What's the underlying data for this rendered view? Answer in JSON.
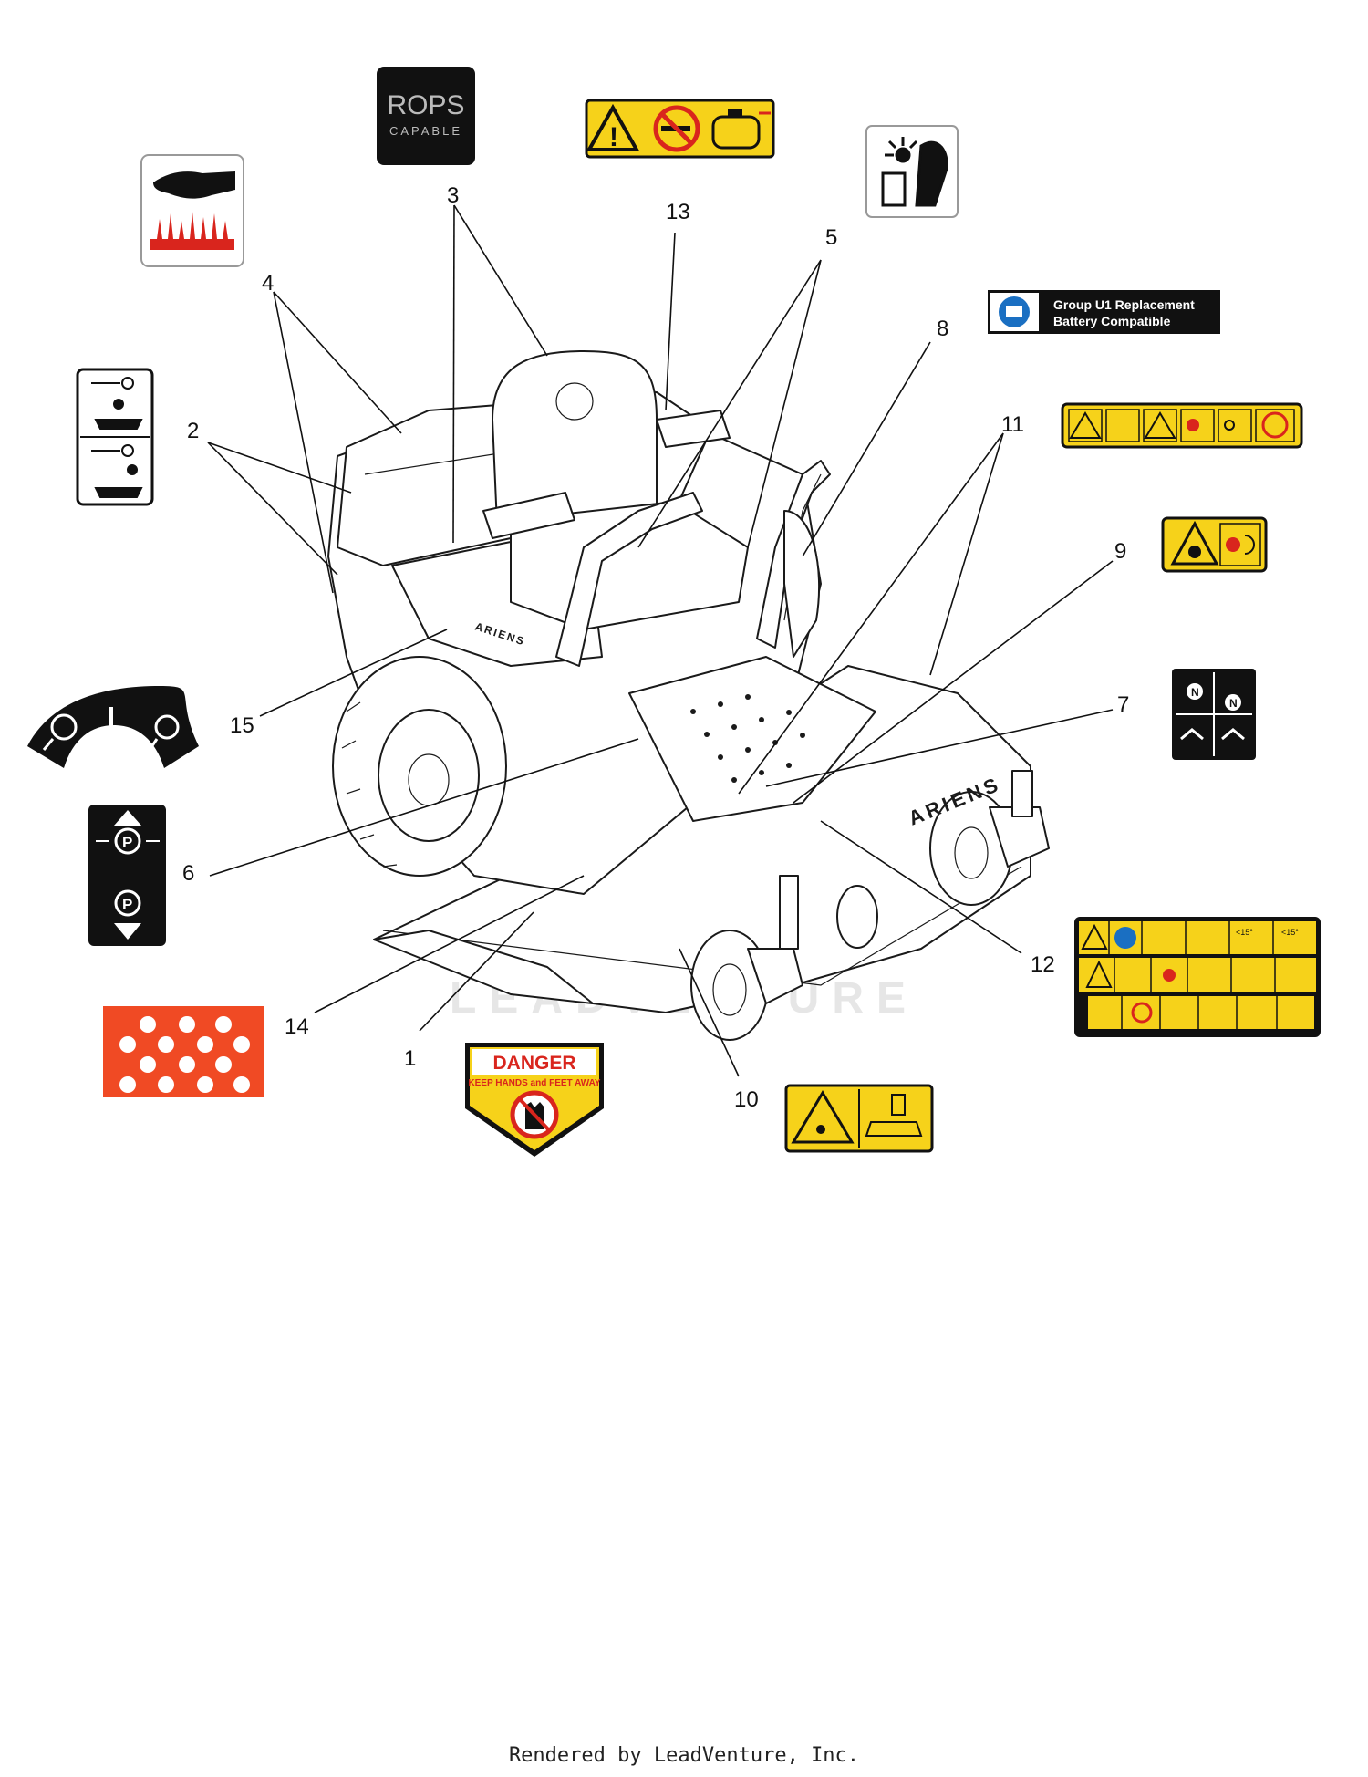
{
  "callouts": [
    "1",
    "2",
    "3",
    "4",
    "5",
    "6",
    "7",
    "8",
    "9",
    "10",
    "11",
    "12",
    "13",
    "14",
    "15"
  ],
  "decals": {
    "rops_line1": "ROPS",
    "rops_line2": "CAPABLE",
    "battery_line1": "Group U1 Replacement",
    "battery_line2": "Battery Compatible",
    "danger_title": "DANGER",
    "danger_sub": "KEEP HANDS and FEET AWAY",
    "park_symbol": "P",
    "neutral_symbol": "N",
    "mower_brand": "ARIENS",
    "slope_label_a": "<15°",
    "slope_label_b": "<15°"
  },
  "watermark": "LEADVENTURE",
  "footer": "Rendered by LeadVenture, Inc.",
  "colors": {
    "warning_yellow": "#f6d21a",
    "danger_red": "#d9251d",
    "gauge_orange": "#f04a24",
    "info_blue": "#1a6fc2",
    "decal_black": "#111111"
  },
  "icons": [
    "heat-hand-icon",
    "rops-badge",
    "no-smoking-icon",
    "fuel-tank-icon",
    "battery-explosion-icon",
    "manual-book-icon",
    "operator-presence-icon",
    "park-brake-icon",
    "neutral-lever-icon",
    "hand-entanglement-icon",
    "slope-warning-icon",
    "ignition-key-icon"
  ]
}
